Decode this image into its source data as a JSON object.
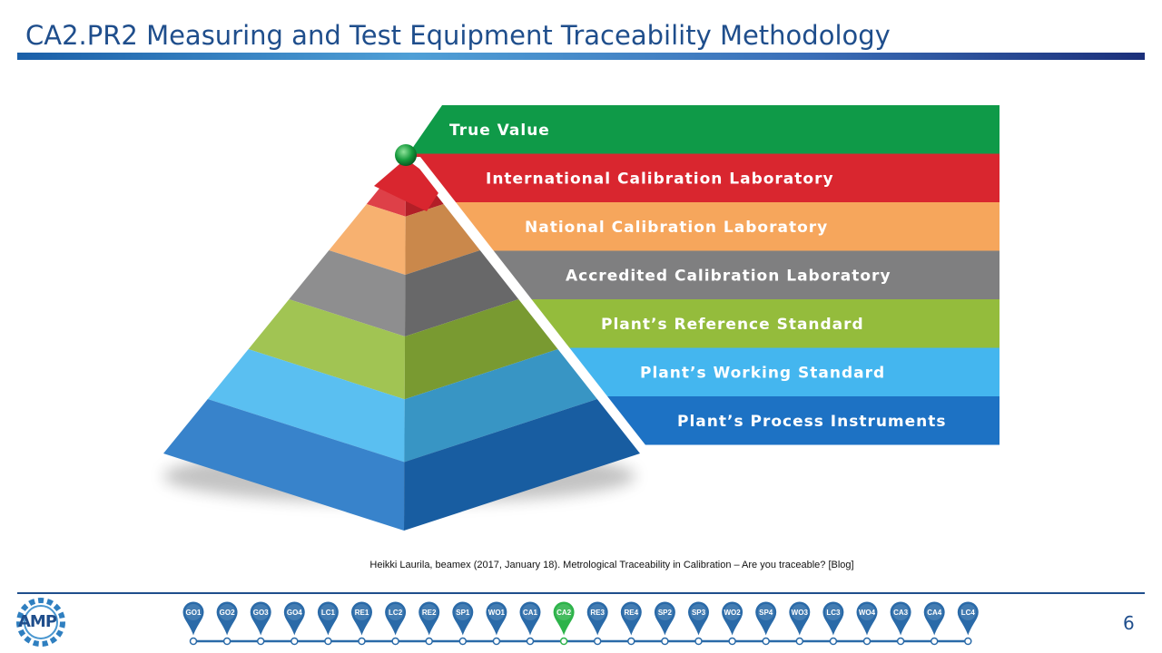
{
  "slide": {
    "title": "CA2.PR2 Measuring and Test Equipment Traceability Methodology",
    "page_number": "6",
    "citation": "Heikki Laurila, beamex (2017, January 18). Metrological Traceability in Calibration – Are you traceable? [Blog]",
    "logo_text": "AMP"
  },
  "hierarchy": {
    "levels": [
      {
        "label": "True Value",
        "color": "#0f9a48"
      },
      {
        "label": "International Calibration Laboratory",
        "color": "#d9262f"
      },
      {
        "label": "National Calibration Laboratory",
        "color": "#f6a65c"
      },
      {
        "label": "Accredited Calibration Laboratory",
        "color": "#7f7f80"
      },
      {
        "label": "Plant’s Reference Standard",
        "color": "#94bc3c"
      },
      {
        "label": "Plant’s Working Standard",
        "color": "#44b6ef"
      },
      {
        "label": "Plant’s Process Instruments",
        "color": "#1d72c4"
      }
    ]
  },
  "navigation": {
    "items": [
      "GO1",
      "GO2",
      "GO3",
      "GO4",
      "LC1",
      "RE1",
      "LC2",
      "RE2",
      "SP1",
      "WO1",
      "CA1",
      "CA2",
      "RE3",
      "RE4",
      "SP2",
      "SP3",
      "WO2",
      "SP4",
      "WO3",
      "LC3",
      "WO4",
      "CA3",
      "CA4",
      "LC4"
    ],
    "active": "CA2",
    "active_color": "#2db34a",
    "inactive_color": "#2a6aa8"
  }
}
